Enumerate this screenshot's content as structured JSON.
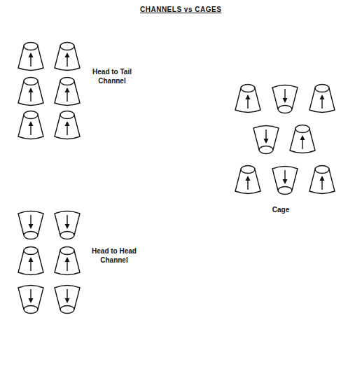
{
  "diagram": {
    "title": "CHANNELS vs CAGES",
    "labels": [
      "Head to Tail Channel",
      "Head to Head Channel",
      "Cage"
    ]
  }
}
